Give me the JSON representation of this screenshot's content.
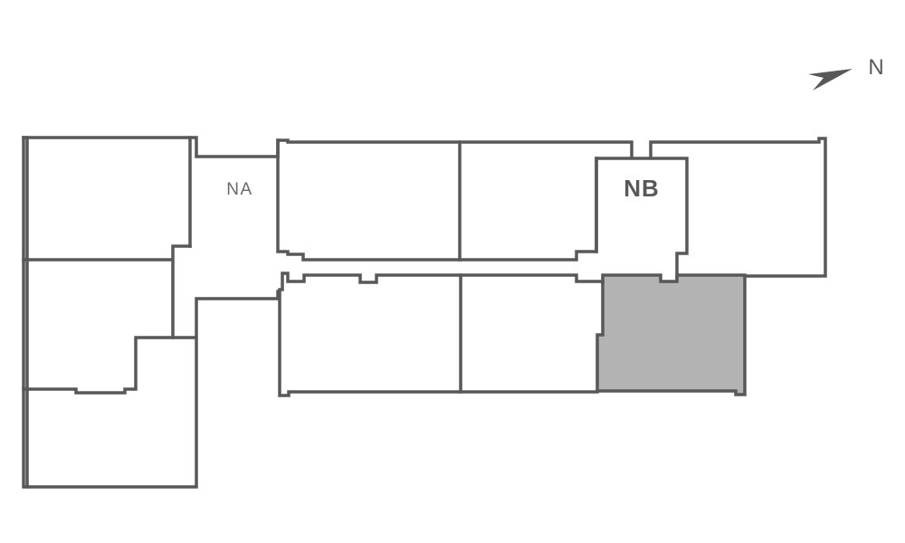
{
  "labels": {
    "wing_a": "NA",
    "wing_b": "NB",
    "north": "N"
  },
  "colors": {
    "walls": "#58585a",
    "highlighted_unit": "#b2b3b2",
    "background": "#ffffff"
  },
  "icons": {
    "north_arrow": "north-arrow-icon"
  }
}
